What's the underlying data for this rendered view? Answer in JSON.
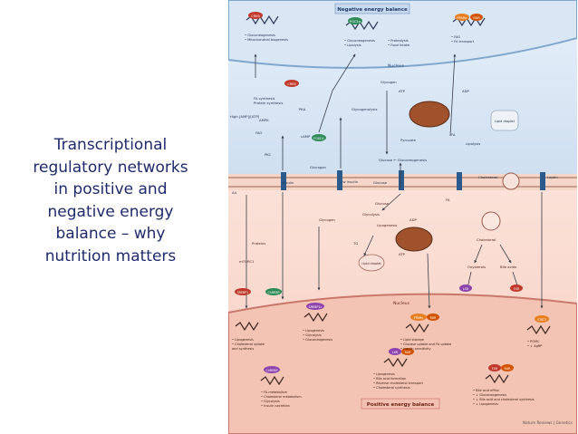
{
  "slide": {
    "title_lines": [
      "Transcriptional",
      "regulatory networks",
      "in positive and",
      "negative energy",
      "balance – why",
      "nutrition matters"
    ]
  },
  "figure": {
    "negative_banner": "Negative energy balance",
    "positive_banner": "Positive energy balance",
    "credit": "Nature Reviews | Genetics",
    "nucleus_label_top": "Nucleus",
    "nucleus_label_bottom": "Nucleus",
    "top_nodes": {
      "creb": "CREB",
      "pgc1a": "PGC1α",
      "ppara_top": "PPARα",
      "rxr_top": "RXR",
      "foxo1": "FOXO1",
      "creb2": "CREB"
    },
    "top_bullets": {
      "creb": [
        "• Gluconeogenesis",
        "• Mitochondrial biogenesis"
      ],
      "pgc": [
        "• Gluconeogenesis",
        "• Lipolysis"
      ],
      "pgc2": [
        "• Proteolysis",
        "• Food intake"
      ],
      "ppar": [
        "• FAO",
        "• FA transport"
      ]
    },
    "top_labels": {
      "glycogen": "Glycogen",
      "glycogenolysis": "Glycogenolysis",
      "atp": "ATP",
      "adp": "ADP",
      "pyruvate": "Pyruvate",
      "fa": "FA",
      "lipolysis": "Lipolysis",
      "lipid_droplet": "Lipid droplet",
      "gluconeogenesis": "Glucose ← Gluconeogenesis",
      "fa_synthesis": "FA synthesis",
      "protein_synthesis": "Protein synthesis",
      "high_amp": "High [AMP]/[ATP]",
      "ampk": "AMPK",
      "pka": "PKA",
      "camp": "cAMP",
      "fao": "FAO",
      "pkc": "PKC",
      "insulin_low": "Low insulin",
      "glucagon": "Glucagon",
      "gaf": "GAF"
    },
    "membrane_labels": {
      "insulin": "Insulin",
      "glucose": "Glucose",
      "cholesterol": "Cholesterol",
      "leptin": "Leptin",
      "aa": "AA"
    },
    "bottom_labels": {
      "glycogen": "Glycogen",
      "glycolysis": "Glycolysis",
      "glucose": "Glucose",
      "lipogenesis": "Lipogenesis",
      "tg": "TG",
      "atp": "ATP",
      "adp": "ADP",
      "lipid_droplet": "Lipid droplet",
      "cholesterol": "Cholesterol",
      "oxysterols": "Oxysterols",
      "bile_acids": "Bile acids",
      "proteins": "Proteins",
      "mtorc1": "mTORC1",
      "fa": "FA"
    },
    "bottom_nodes": {
      "srebp1": "SREBP1",
      "chrebp": "ChREBP",
      "srebp1c": "SREBP1c",
      "pparg": "PPARγ",
      "rxr_b": "RXR",
      "lxr": "LXR",
      "fxr": "FXR",
      "stat3": "STAT3",
      "rxr_c": "RXR",
      "lxr2": "LXR",
      "rxr_d": "RXR",
      "fxr2": "FXR",
      "rxr_e": "RXR",
      "chrebp2": "ChREBP"
    },
    "bottom_bullets": {
      "srebp": [
        "• Lipogenesis",
        "• Cholesterol uptake",
        "  and synthesis"
      ],
      "chrebp": [
        "• Lipogenesis",
        "• Glycolysis",
        "• Gluconeogenesis"
      ],
      "pparg": [
        "• Lipid storage",
        "• Glucose uptake and FA uptake",
        "• Insulin sensitivity"
      ],
      "stat3": [
        "• POMC",
        "• ↓ AgRP"
      ],
      "lxr": [
        "• Lipogenesis",
        "• Bile acid formation",
        "• Reverse cholesterol transport",
        "• Cholesterol synthesis"
      ],
      "fxr": [
        "• Bile acid efflux",
        "• ↓ Gluconeogenesis",
        "• ↓ Bile acid and cholesterol synthesis",
        "• ↓ Lipogenesis"
      ],
      "srebp2": [
        "• FA metabolism",
        "• Cholesterol metabolism",
        "• Glycolysis",
        "• Insulin secretion"
      ]
    }
  }
}
